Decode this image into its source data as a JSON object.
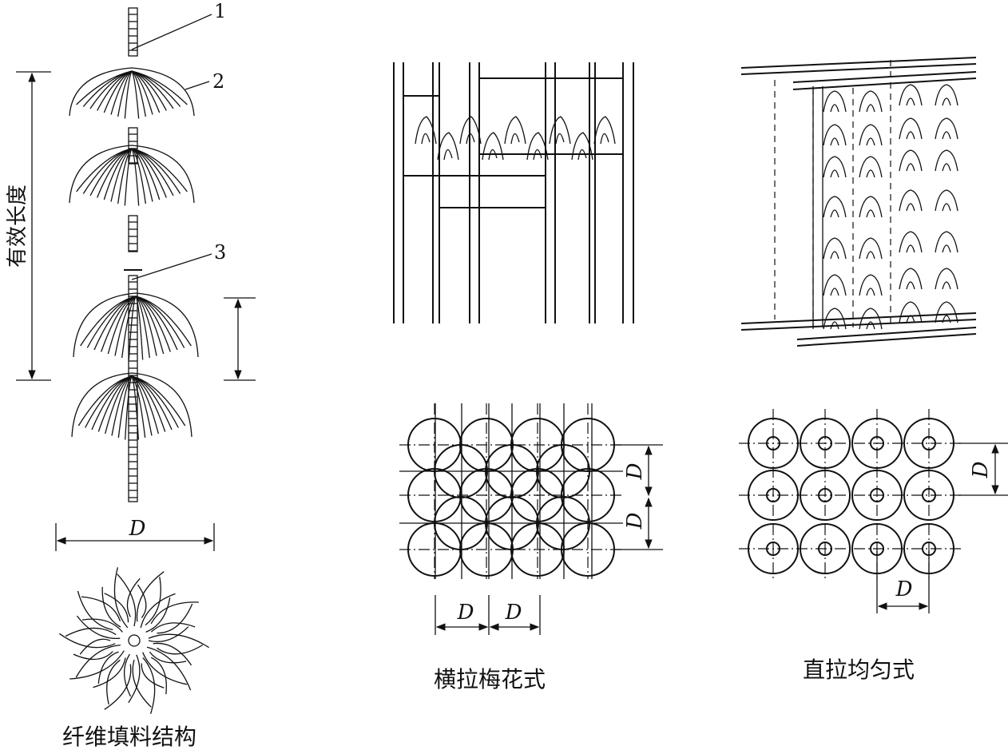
{
  "callouts": [
    "1",
    "2",
    "3"
  ],
  "effective_length_label": "有效长度",
  "diameter_symbol": "D",
  "captions": {
    "fiber_structure": "纤维填料结构",
    "horizontal_plum": "横拉梅花式",
    "vertical_uniform": "直拉均匀式"
  },
  "colors": {
    "line": "#111111",
    "background": "#ffffff"
  }
}
